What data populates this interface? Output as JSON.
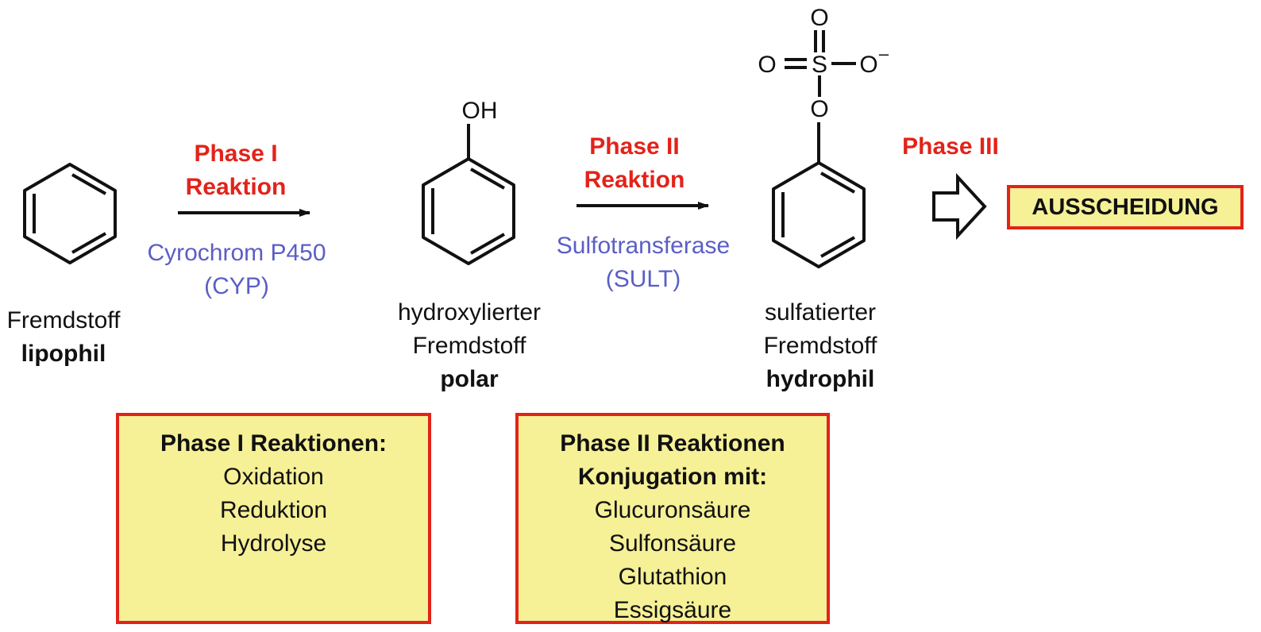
{
  "molecules": {
    "benzene": {
      "line1": "Fremdstoff",
      "line2": "lipophil"
    },
    "phenol": {
      "oh": "OH",
      "line1": "hydroxylierter",
      "line2": "Fremdstoff",
      "line3": "polar"
    },
    "sulfate": {
      "o_top": "O",
      "o_left": "O",
      "s": "S",
      "o_right": "O",
      "charge": "–",
      "o_link": "O",
      "line1": "sulfatierter",
      "line2": "Fremdstoff",
      "line3": "hydrophil"
    }
  },
  "steps": {
    "phase1": {
      "line1": "Phase I",
      "line2": "Reaktion",
      "enzyme1": "Cyrochrom P450",
      "enzyme2": "(CYP)"
    },
    "phase2": {
      "line1": "Phase II",
      "line2": "Reaktion",
      "enzyme1": "Sulfotransferase",
      "enzyme2": "(SULT)"
    },
    "phase3": {
      "label": "Phase III",
      "target": "AUSSCHEIDUNG"
    }
  },
  "boxes": {
    "phase1": {
      "title": "Phase I Reaktionen:",
      "items": [
        "Oxidation",
        "Reduktion",
        "Hydrolyse"
      ]
    },
    "phase2": {
      "title1": "Phase II Reaktionen",
      "title2": "Konjugation mit:",
      "items": [
        "Glucuronsäure",
        "Sulfonsäure",
        "Glutathion",
        "Essigsäure"
      ]
    }
  },
  "colors": {
    "phase": "#e2231a",
    "enzyme": "#5b5ec6",
    "box_fill": "#f6f097",
    "box_border": "#e2231a",
    "ink": "#111111"
  }
}
